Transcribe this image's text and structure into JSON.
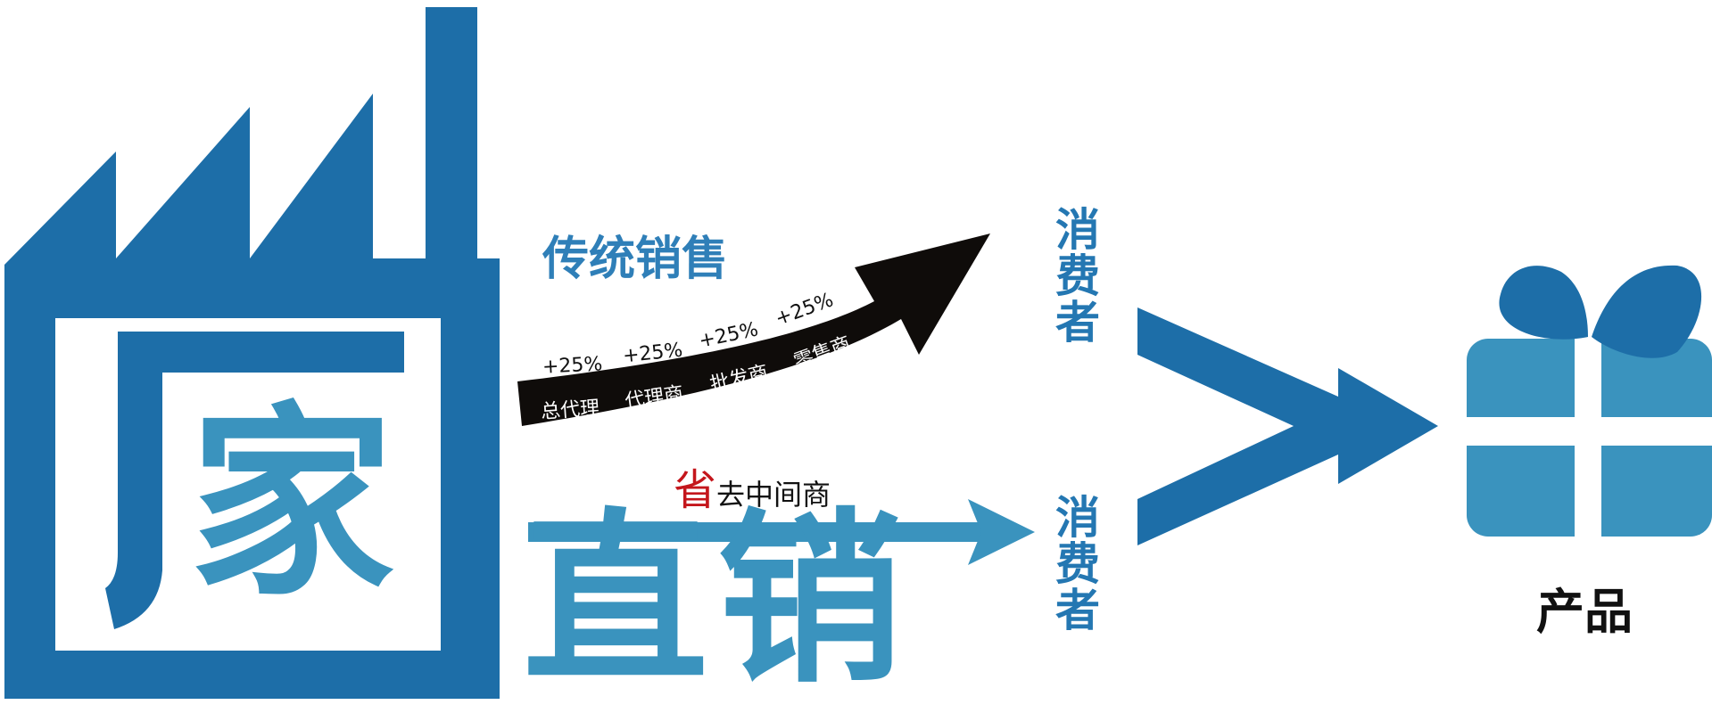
{
  "factory": {
    "char": "家"
  },
  "traditional": {
    "title": "传统销售",
    "markups": [
      "+25%",
      "+25%",
      "+25%",
      "+25%"
    ],
    "stages": [
      "总代理",
      "代理商",
      "批发商",
      "零售商"
    ]
  },
  "direct": {
    "save_char": "省",
    "save_rest": "去中间商",
    "title": "直销"
  },
  "consumer_top": [
    "消",
    "费",
    "者"
  ],
  "consumer_bottom": [
    "消",
    "费",
    "者"
  ],
  "product": {
    "label": "产品"
  },
  "colors": {
    "factory_blue": "#1d6ea8",
    "light_blue": "#3a93be",
    "arrow_black": "#0f0c0a",
    "save_red": "#c4161c"
  }
}
